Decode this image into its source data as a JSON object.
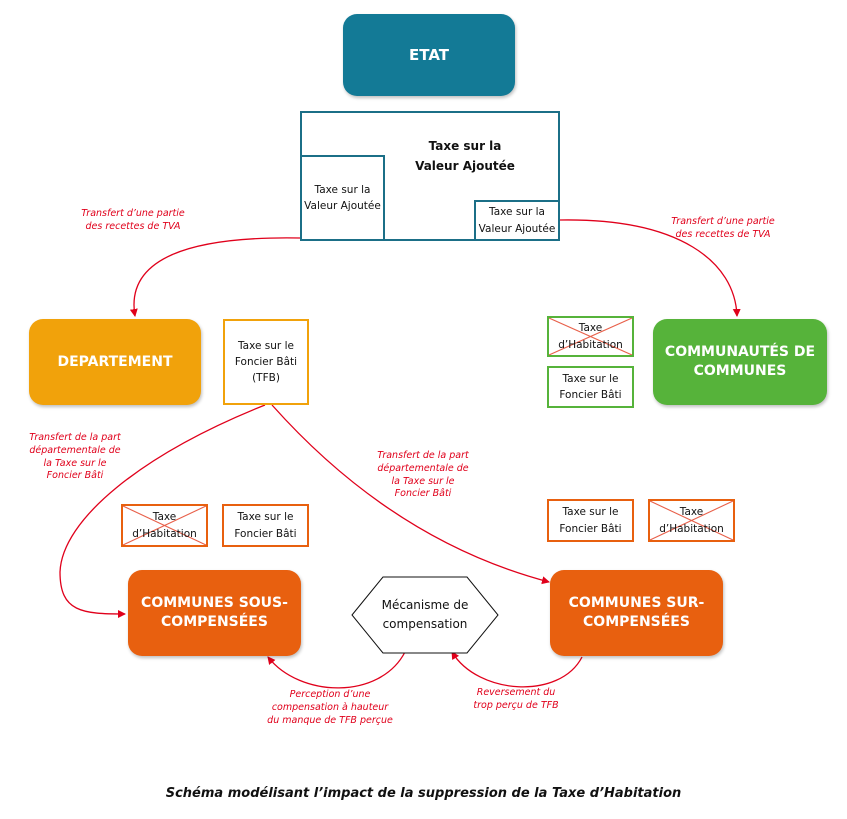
{
  "colors": {
    "etat": "#137a96",
    "departement": "#f1a20b",
    "communautes": "#56b33a",
    "communes": "#e8600f",
    "transfer_text": "#e0001b"
  },
  "nodes": {
    "etat": "ETAT",
    "tva_main_1": "Taxe sur la",
    "tva_main_2": "Valeur Ajoutée",
    "tva_left_1": "Taxe sur la",
    "tva_left_2": "Valeur Ajoutée",
    "tva_right_1": "Taxe sur la",
    "tva_right_2": "Valeur Ajoutée",
    "departement": "DEPARTEMENT",
    "tfb_dept_1": "Taxe sur le",
    "tfb_dept_2": "Foncier Bâti",
    "tfb_dept_3": "(TFB)",
    "communautes_1": "COMMUNAUTÉS DE",
    "communautes_2": "COMMUNES",
    "th_comm_1": "Taxe",
    "th_comm_2": "d’Habitation",
    "tfb_comm_1": "Taxe sur le",
    "tfb_comm_2": "Foncier Bâti",
    "th_sous_1": "Taxe",
    "th_sous_2": "d’Habitation",
    "tfb_sous_1": "Taxe sur le",
    "tfb_sous_2": "Foncier Bâti",
    "tfb_sur_1": "Taxe sur le",
    "tfb_sur_2": "Foncier Bâti",
    "th_sur_1": "Taxe",
    "th_sur_2": "d’Habitation",
    "sous_1": "COMMUNES SOUS-",
    "sous_2": "COMPENSÉES",
    "sur_1": "COMMUNES SUR-",
    "sur_2": "COMPENSÉES",
    "mecanisme_1": "Mécanisme de",
    "mecanisme_2": "compensation"
  },
  "edges": {
    "tva_to_dept_1": "Transfert d’une partie",
    "tva_to_dept_2": "des recettes de TVA",
    "tva_to_comm_1": "Transfert d’une partie",
    "tva_to_comm_2": "des recettes de TVA",
    "tfb_to_sous_1": "Transfert de la part",
    "tfb_to_sous_2": "départementale de",
    "tfb_to_sous_3": "la Taxe sur le",
    "tfb_to_sous_4": "Foncier Bâti",
    "tfb_to_sur_1": "Transfert de la part",
    "tfb_to_sur_2": "départementale de",
    "tfb_to_sur_3": "la Taxe sur le",
    "tfb_to_sur_4": "Foncier Bâti",
    "perception_1": "Perception d’une",
    "perception_2": "compensation à hauteur",
    "perception_3": "du manque de TFB perçue",
    "reversement_1": "Reversement du",
    "reversement_2": "trop perçu de TFB"
  },
  "caption": "Schéma modélisant l’impact de la suppression de la Taxe d’Habitation"
}
